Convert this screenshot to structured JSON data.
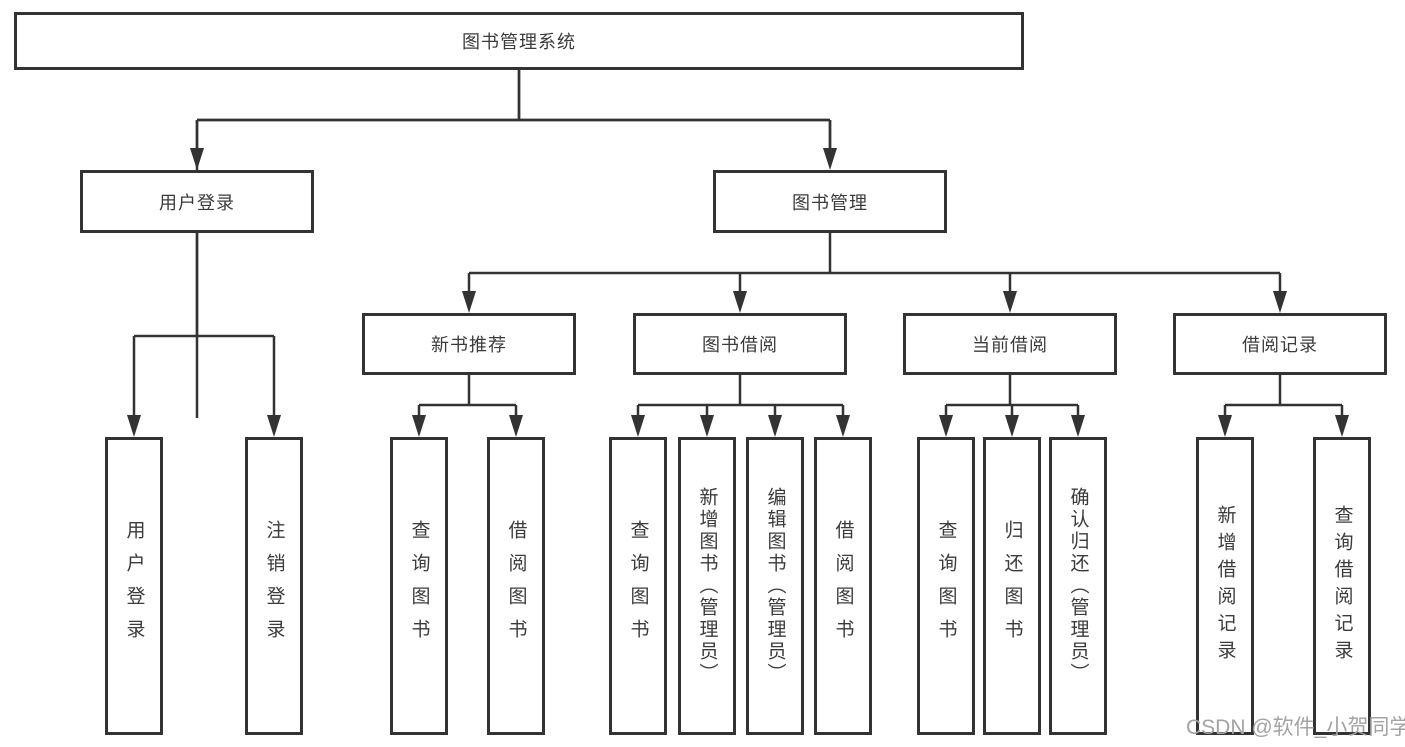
{
  "diagram": {
    "title": "图书管理系统",
    "colors": {
      "line": "#333333",
      "text": "#3b3b3b",
      "background": "#ffffff",
      "watermark": "#a3a3a3"
    },
    "tree": {
      "label": "图书管理系统",
      "children": [
        {
          "label": "用户登录",
          "children": [
            {
              "label": "用户登录"
            },
            {
              "label": "注销登录"
            }
          ]
        },
        {
          "label": "图书管理",
          "children": [
            {
              "label": "新书推荐",
              "children": [
                {
                  "label": "查询图书"
                },
                {
                  "label": "借阅图书"
                }
              ]
            },
            {
              "label": "图书借阅",
              "children": [
                {
                  "label": "查询图书"
                },
                {
                  "label": "新增图书（管理员）"
                },
                {
                  "label": "编辑图书（管理员）"
                },
                {
                  "label": "借阅图书"
                }
              ]
            },
            {
              "label": "当前借阅",
              "children": [
                {
                  "label": "查询图书"
                },
                {
                  "label": "归还图书"
                },
                {
                  "label": "确认归还（管理员）"
                }
              ]
            },
            {
              "label": "借阅记录",
              "children": [
                {
                  "label": "新增借阅记录"
                },
                {
                  "label": "查询借阅记录"
                }
              ]
            }
          ]
        }
      ]
    },
    "watermark": "CSDN @软件_小贺同学"
  }
}
